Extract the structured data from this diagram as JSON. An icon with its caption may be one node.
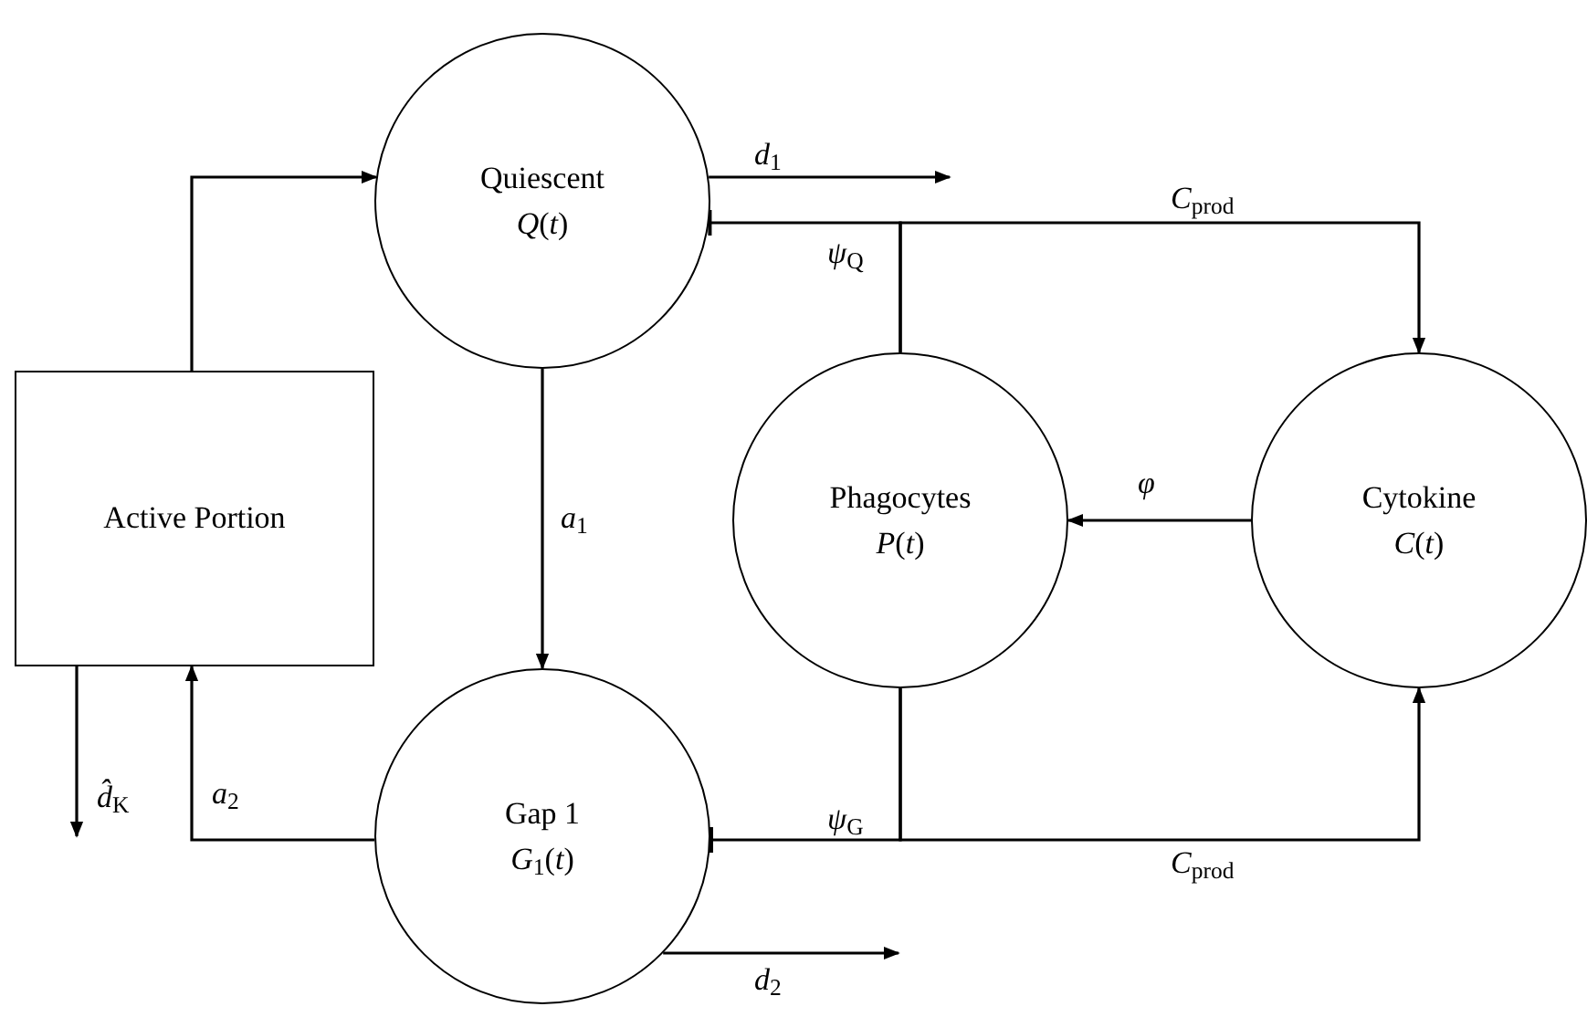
{
  "diagram": {
    "nodes": [
      {
        "text": [
          "Quiescent",
          "*Q*(*t*)"
        ]
      },
      {
        "text": [
          "Active Portion"
        ]
      },
      {
        "text": [
          "Phagocytes",
          "*P*(*t*)"
        ]
      },
      {
        "text": [
          "Cytokine",
          "*C*(*t*)"
        ]
      },
      {
        "text": [
          "Gap 1",
          "*G*$_{1}$(*t*)"
        ]
      }
    ],
    "edges": [
      {
        "from": 1,
        "to": 0,
        "arrow": "to"
      },
      {
        "from": 4,
        "to": 1,
        "arrow": "to",
        "label": "*a*$_{2}$"
      },
      {
        "from": 1,
        "to": null,
        "arrow": "to",
        "label": "*d̂*$_{K}$"
      },
      {
        "from": 0,
        "to": 4,
        "arrow": "to",
        "label": "*a*$_{1}$"
      },
      {
        "from": 0,
        "to": null,
        "arrow": "to",
        "label": "*d*$_{1}$"
      },
      {
        "from": 4,
        "to": null,
        "arrow": "to",
        "label": "*d*$_{2}$"
      },
      {
        "from": 3,
        "to": 2,
        "arrow": "to",
        "label": "*φ*"
      },
      {
        "from": 2,
        "to": 0,
        "arrow": "other",
        "label": "*ψ*$_{Q}$"
      },
      {
        "from": 2,
        "to": 3,
        "arrow": "to",
        "label": "*C*$_{prod}$"
      },
      {
        "from": 2,
        "to": 4,
        "arrow": "other",
        "label": "*ψ*$_{G}$"
      },
      {
        "from": 2,
        "to": 3,
        "arrow": "to",
        "label": "*C*$_{prod}$"
      }
    ]
  }
}
